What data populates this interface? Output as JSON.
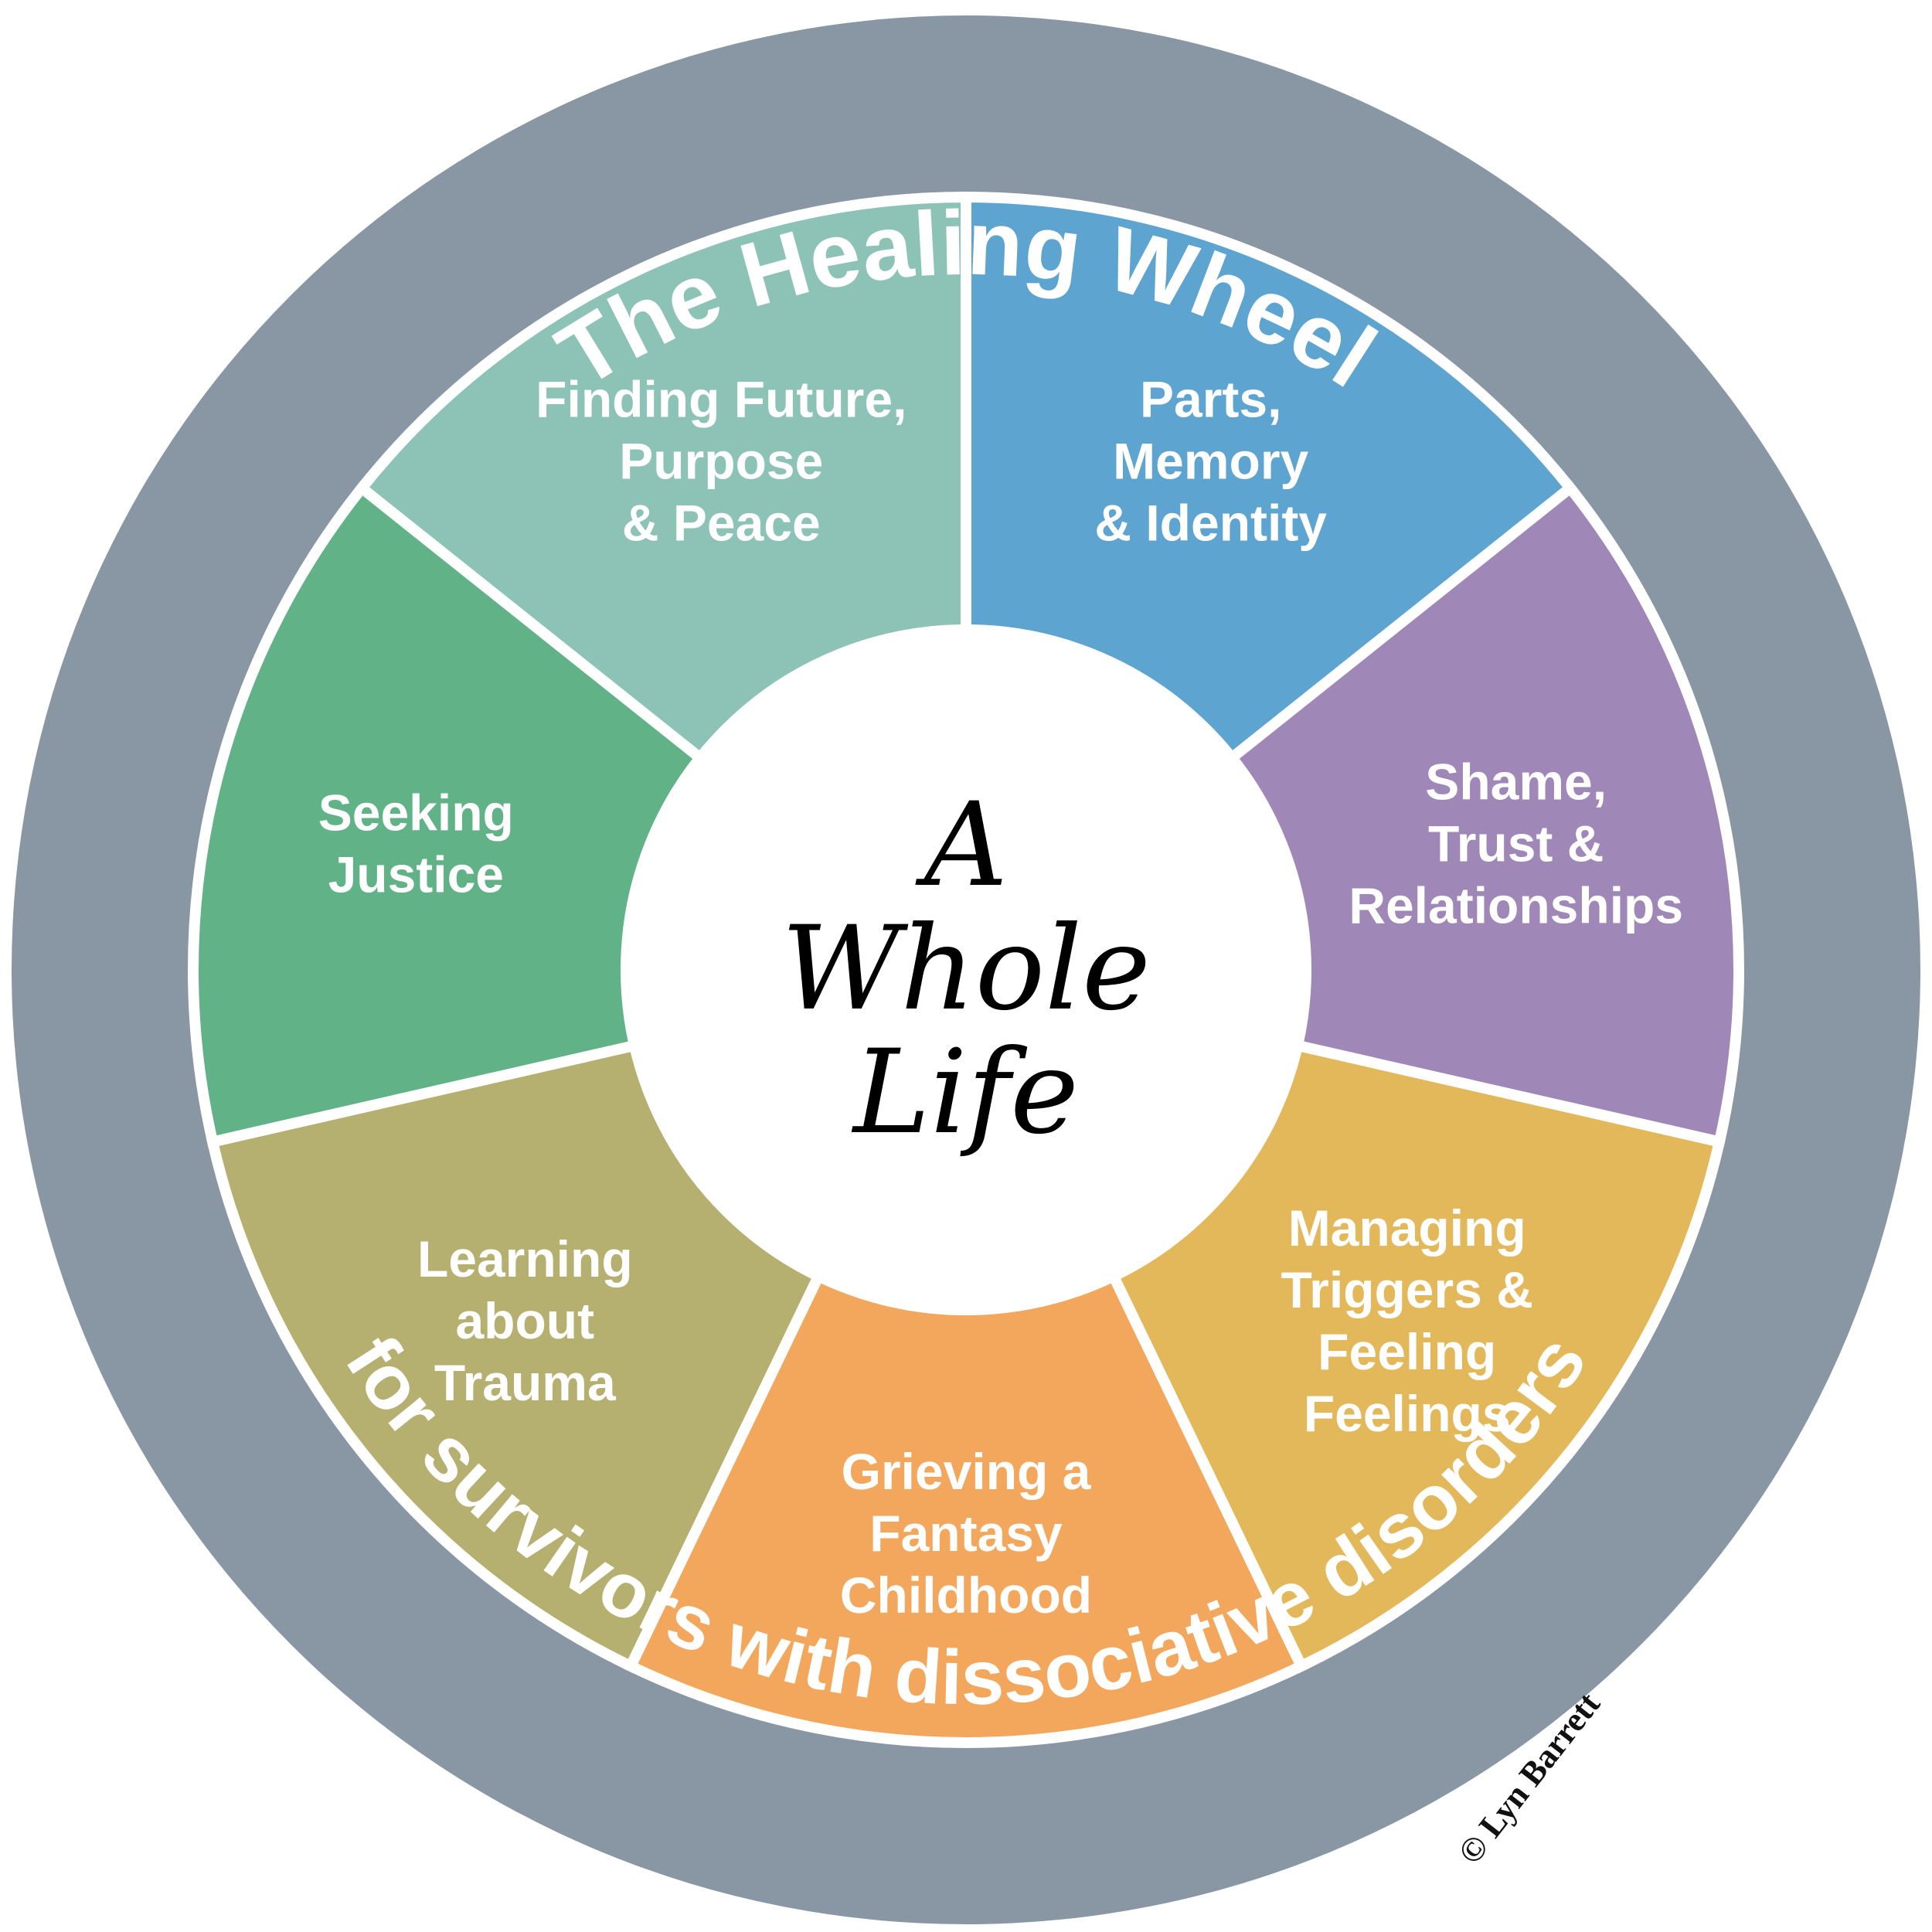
{
  "title": "The Healing Wheel",
  "subtitle": "for survivors with dissociative disorders",
  "credit": "© Lyn Barrett",
  "center": {
    "lines": [
      "A",
      "Whole",
      "Life"
    ]
  },
  "colors": {
    "ring": "#8897a3",
    "center": "#ffffff",
    "divider": "#ffffff"
  },
  "segments": [
    {
      "id": "parts-memory-identity",
      "lines": [
        "Parts,",
        "Memory",
        "& Identity"
      ],
      "color": "#5ea4d0"
    },
    {
      "id": "shame-trust-relationships",
      "lines": [
        "Shame,",
        "Trust &",
        "Relationships"
      ],
      "color": "#9f88b7"
    },
    {
      "id": "managing-triggers",
      "lines": [
        "Managing",
        "Triggers &",
        "Feeling",
        "Feelings"
      ],
      "color": "#e2b85a"
    },
    {
      "id": "grieving-fantasy-childhood",
      "lines": [
        "Grieving a",
        "Fantasy",
        "Childhood"
      ],
      "color": "#f2a75d"
    },
    {
      "id": "learning-about-trauma",
      "lines": [
        "Learning",
        "about",
        "Trauma"
      ],
      "color": "#b5b070"
    },
    {
      "id": "seeking-justice",
      "lines": [
        "Seeking",
        "Justice"
      ],
      "color": "#61b286"
    },
    {
      "id": "finding-future",
      "lines": [
        "Finding Future,",
        "Purpose",
        "& Peace"
      ],
      "color": "#8cc3b6"
    }
  ]
}
